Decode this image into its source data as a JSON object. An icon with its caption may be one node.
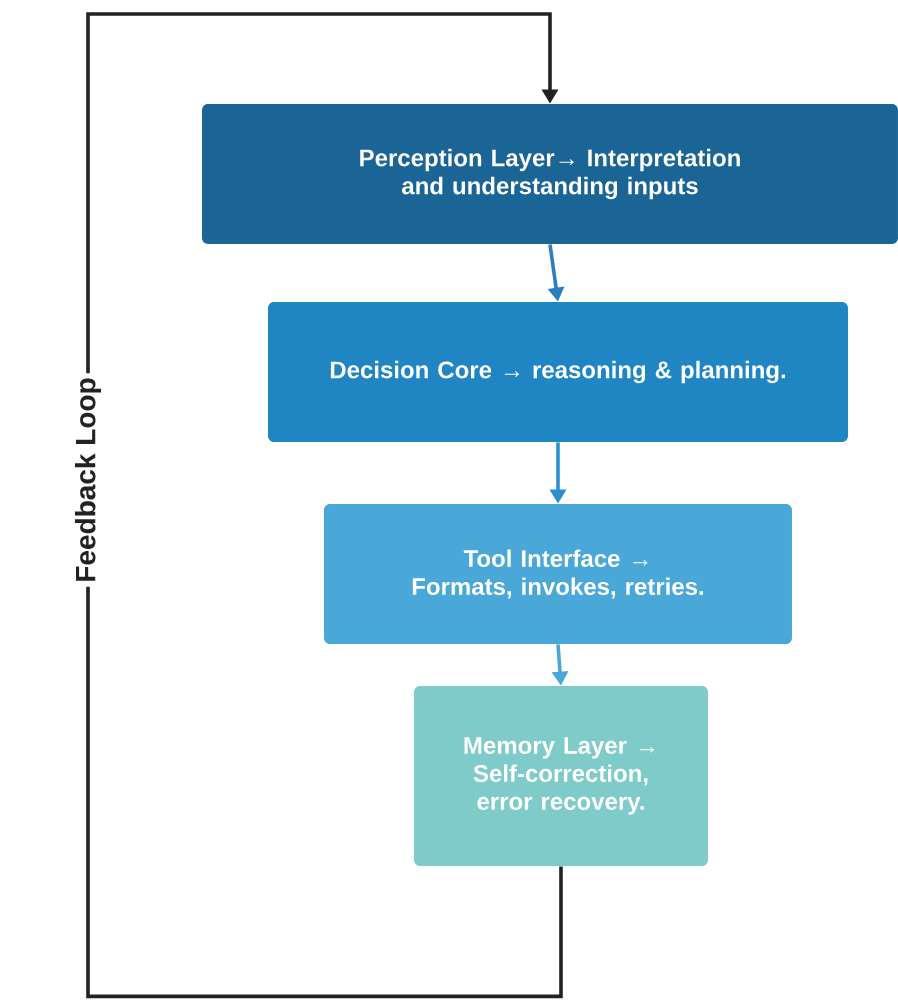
{
  "diagram": {
    "nodes": [
      {
        "text": [
          "Perception Layer→  Interpretation and understanding inputs"
        ]
      },
      {
        "text": [
          "Decision Core →  reasoning & planning."
        ]
      },
      {
        "text": [
          "Tool Interface → Formats, invokes, retries."
        ]
      },
      {
        "text": [
          "Memory Layer → Self-correction, error recovery."
        ]
      }
    ],
    "edges": [
      {
        "from": 0,
        "to": 1,
        "arrow": "to",
        "color": "#2a7fc0"
      },
      {
        "from": 1,
        "to": 2,
        "arrow": "to",
        "color": "#2a8fcf"
      },
      {
        "from": 2,
        "to": 3,
        "arrow": "to",
        "color": "#4aa8d8"
      },
      {
        "from": 3,
        "to": 0,
        "arrow": "to",
        "label": "Feedback Loop",
        "color": "#222222"
      }
    ]
  }
}
